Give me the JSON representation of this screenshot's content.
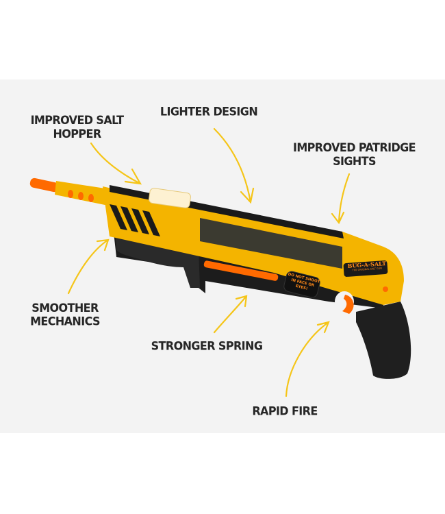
{
  "callouts": {
    "salt_hopper": "IMPROVED SALT\nHOPPER",
    "lighter_design": "LIGHTER DESIGN",
    "patridge_sights": "IMPROVED PATRIDGE\nSIGHTS",
    "smoother_mechanics": "SMOOTHER\nMECHANICS",
    "stronger_spring": "STRONGER SPRING",
    "rapid_fire": "RAPID FIRE"
  },
  "product": {
    "brand": "BUG-A-SALT",
    "tagline": "THE ORIGINAL SALT GUN",
    "warning": "DO NOT SHOOT IN FACE OR EYES!"
  },
  "colors": {
    "background": "#f3f3f3",
    "arrow": "#f5c518",
    "body_yellow": "#f4b400",
    "black": "#1a1a1a",
    "orange": "#ff6a00",
    "text": "#262626"
  }
}
